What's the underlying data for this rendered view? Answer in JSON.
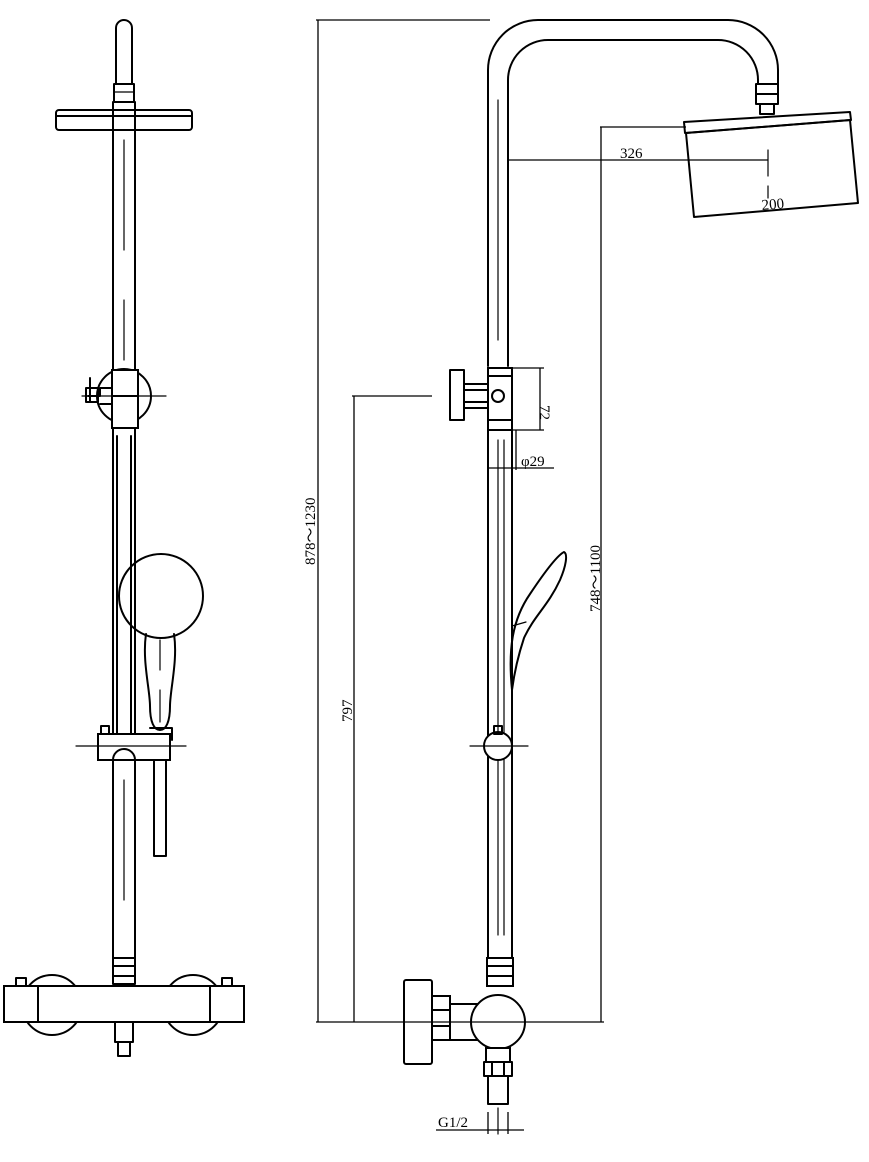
{
  "dimensions": {
    "shower_arm_reach": "326",
    "head_diameter": "200",
    "bracket_height": "72",
    "pipe_diameter": "φ29",
    "total_height": "878～1230",
    "bracket_height_from_valve": "797",
    "head_height_from_valve": "748～1100",
    "inlet_thread": "G1/2"
  }
}
